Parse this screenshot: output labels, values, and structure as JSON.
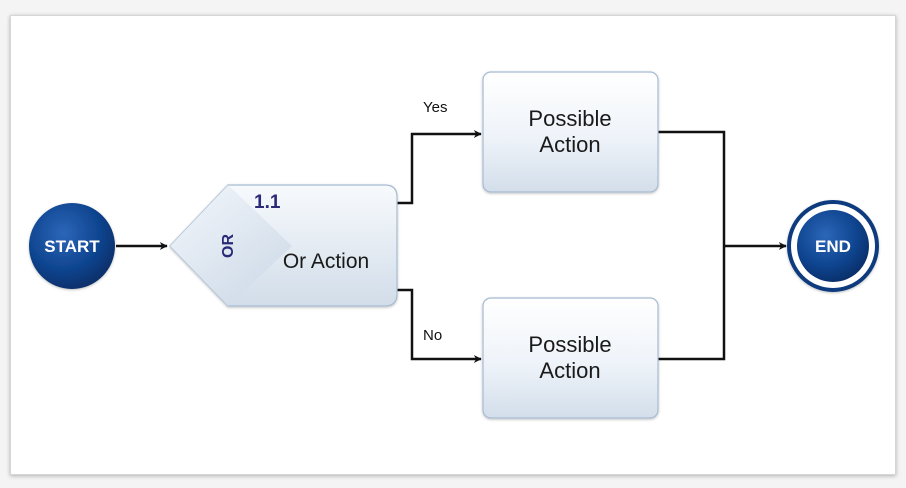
{
  "diagram": {
    "start": {
      "label": "START",
      "color": "#0b3a7e"
    },
    "or_gateway": {
      "number": "1.1",
      "type_label": "OR",
      "action_label": "Or Action",
      "accent": "#2a2a78"
    },
    "action_top": {
      "line1": "Possible",
      "line2": "Action"
    },
    "action_bottom": {
      "line1": "Possible",
      "line2": "Action"
    },
    "branch_yes": {
      "label": "Yes"
    },
    "branch_no": {
      "label": "No"
    },
    "end": {
      "label": "END",
      "color": "#0b3a7e"
    }
  }
}
